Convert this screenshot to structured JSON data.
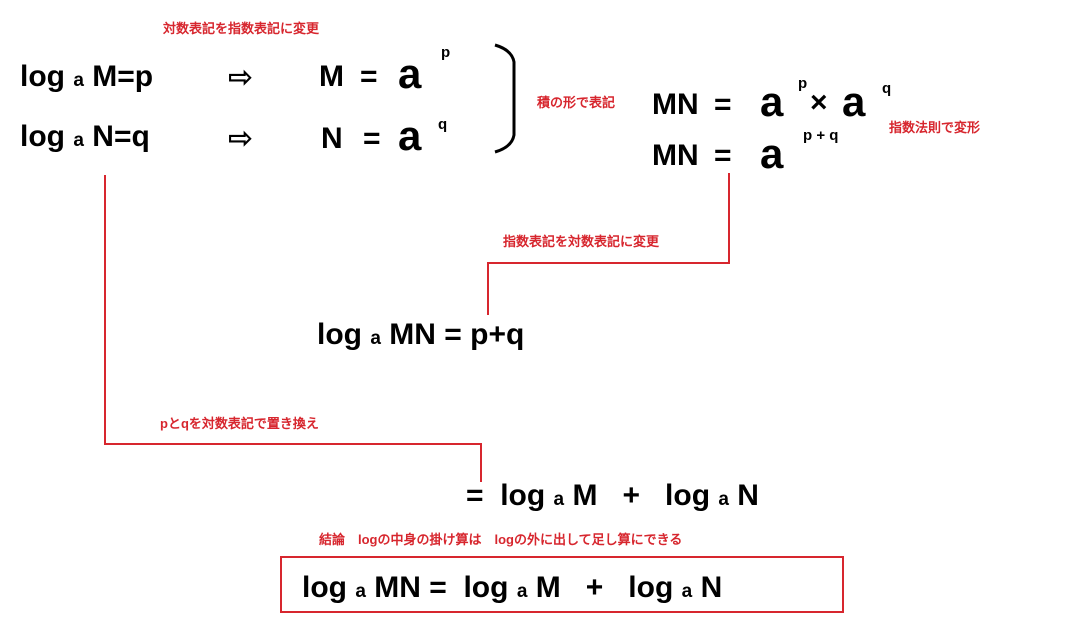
{
  "colors": {
    "note": "#d7262e",
    "line": "#d7262e",
    "text": "#000000",
    "bracket": "#000000",
    "background": "#ffffff"
  },
  "notes": {
    "log_to_exp": "対数表記を指数表記に変更",
    "product_form": "積の形で表記",
    "exp_law": "指数法則で変形",
    "exp_to_log": "指数表記を対数表記に変更",
    "replace_pq": "pとqを対数表記で置き換え",
    "conclusion": "結論　logの中身の掛け算は　logの外に出して足し算にできる"
  },
  "sym": {
    "log": "log",
    "base": "a",
    "M": "M",
    "N": "N",
    "MN": "MN",
    "p": "p",
    "q": "q",
    "pq": "p + q",
    "eq": "=",
    "plus": "+",
    "times": "×",
    "arrow": "⇨"
  }
}
